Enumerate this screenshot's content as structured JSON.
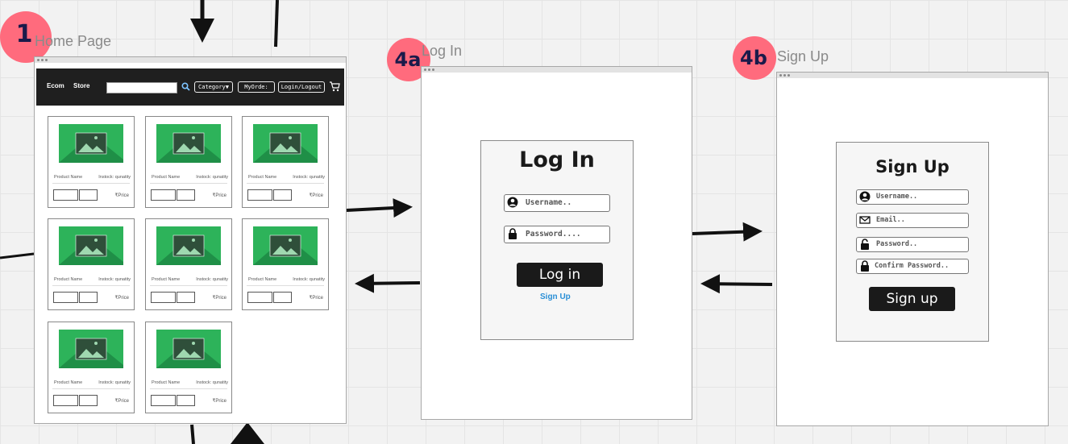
{
  "frames": {
    "home": {
      "badge": "1",
      "title": "Home Page"
    },
    "login": {
      "badge": "4a",
      "title": "Log In"
    },
    "signup": {
      "badge": "4b",
      "title": "Sign Up"
    }
  },
  "navbar": {
    "brand_left": "Ecom",
    "brand_right": "Store",
    "search_placeholder": "",
    "category_label": "Category▼",
    "orders_label": "MyOrde:",
    "auth_label": "Login/Logout",
    "icons": [
      "search-icon",
      "cart-icon"
    ]
  },
  "products": [
    {
      "name": "Product Name",
      "stock": "Instock: qunatity",
      "price": "₹Price"
    },
    {
      "name": "Product Name",
      "stock": "Instock: qunatity",
      "price": "₹Price"
    },
    {
      "name": "Product Name",
      "stock": "Instock: qunatity",
      "price": "₹Price"
    },
    {
      "name": "Product Name",
      "stock": "Instock: qunatity",
      "price": "₹Price"
    },
    {
      "name": "Product Name",
      "stock": "Instock: qunatity",
      "price": "₹Price"
    },
    {
      "name": "Product Name",
      "stock": "Instock: qunatity",
      "price": "₹Price"
    },
    {
      "name": "Product Name",
      "stock": "Instock: qunatity",
      "price": "₹Price"
    },
    {
      "name": "Product Name",
      "stock": "Instock: qunatity",
      "price": "₹Price"
    }
  ],
  "login": {
    "heading": "Log In",
    "username_placeholder": "Username..",
    "password_placeholder": "Password....",
    "submit_label": "Log in",
    "signup_link": "Sign Up"
  },
  "signup": {
    "heading": "Sign Up",
    "username_placeholder": "Username..",
    "email_placeholder": "Email..",
    "password_placeholder": "Password..",
    "confirm_placeholder": "Confirm Password..",
    "submit_label": "Sign up"
  },
  "colors": {
    "badge": "#ff6b7d",
    "navbar": "#1f1f1f",
    "image_placeholder": "#2db35a",
    "button_dark": "#1a1a1a",
    "link": "#2a8fd6"
  }
}
